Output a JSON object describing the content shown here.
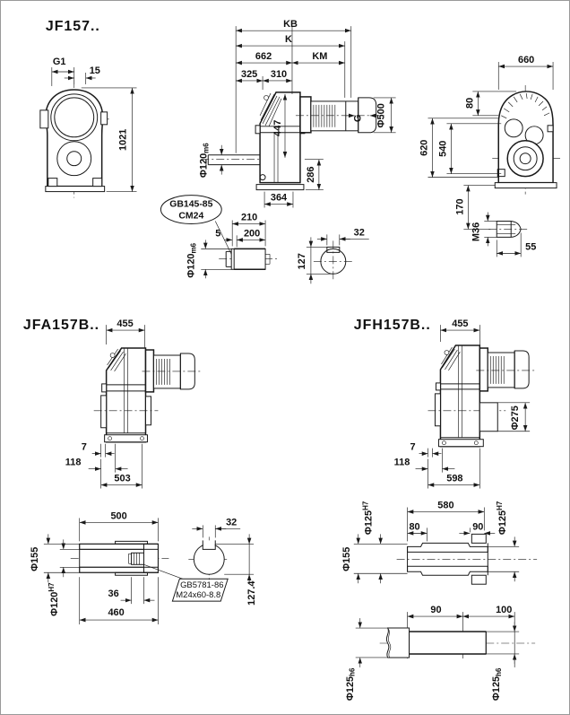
{
  "drawing": {
    "jf157": {
      "title": "JF157..",
      "front": {
        "g1": "G1",
        "w15": "15",
        "h1021": "1021"
      },
      "side": {
        "kb": "KB",
        "k": "K",
        "l662": "662",
        "km": "KM",
        "l325": "325",
        "l310": "310",
        "h447": "447",
        "h286": "286",
        "w364": "364",
        "g": "G",
        "dia500": "Φ500",
        "shaft_dia": "Φ120",
        "shaft_tol": "m6"
      },
      "rear": {
        "w660": "660",
        "h80": "80",
        "h620": "620",
        "h540": "540",
        "h170": "170",
        "thread": "M36",
        "l55": "55"
      },
      "shaft_end": {
        "callout1": "GB145-85",
        "callout2": "CM24",
        "l210": "210",
        "l200": "200",
        "l5": "5",
        "dia": "Φ120",
        "tol": "m6",
        "h127": "127",
        "key": "32"
      }
    },
    "jfa157b": {
      "title": "JFA157B..",
      "w455": "455",
      "w7": "7",
      "w118": "118",
      "w503": "503",
      "hollow": {
        "l500": "500",
        "key": "32",
        "dia155": "Φ155",
        "bore": "Φ120",
        "bore_tol": "H7",
        "l36": "36",
        "l460": "460",
        "callout1": "GB5781-86",
        "callout2": "M24x60-8.8",
        "h1274": "127.4"
      }
    },
    "jfh157b": {
      "title": "JFH157B..",
      "w455": "455",
      "dia275": "Φ275",
      "w7": "7",
      "w118": "118",
      "w598": "598",
      "shrink": {
        "l580": "580",
        "l80": "80",
        "r90": "90",
        "borel": "Φ125",
        "borel_tol": "H7",
        "borer": "Φ125",
        "borer_tol": "H7",
        "dia155": "Φ155",
        "b90": "90",
        "b100": "100",
        "shaftl": "Φ125",
        "shaftl_tol": "h6",
        "shaftr": "Φ125",
        "shaftr_tol": "h6"
      }
    }
  }
}
